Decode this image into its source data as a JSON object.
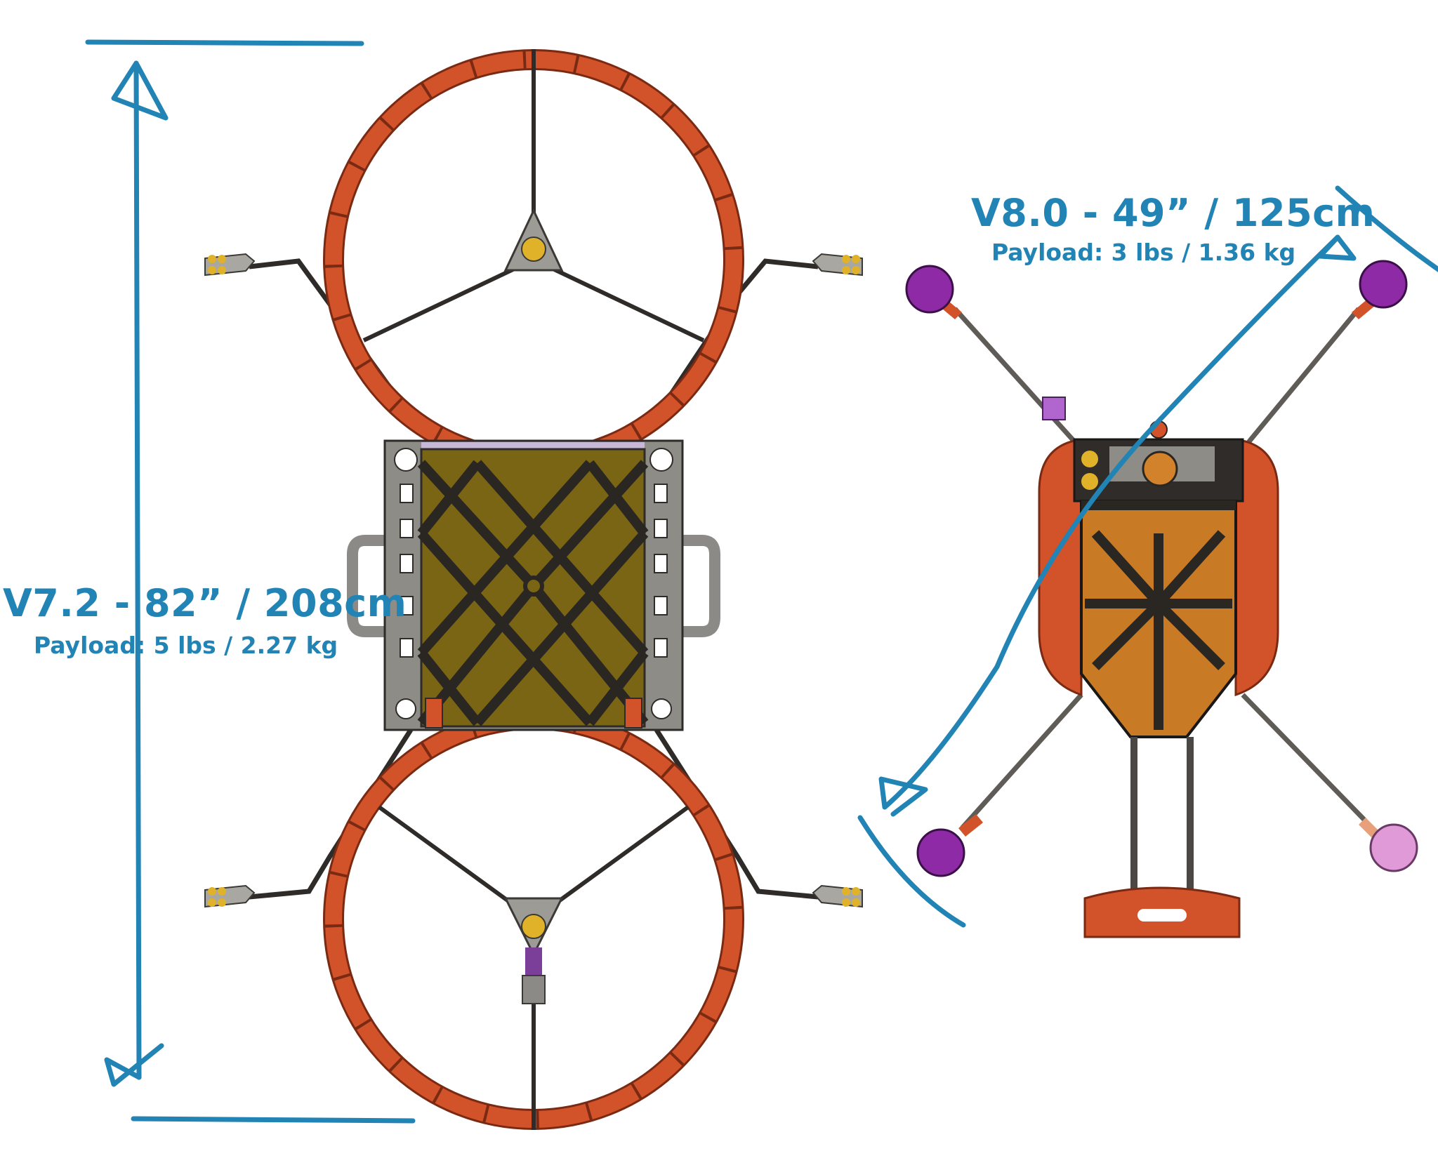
{
  "v72": {
    "title": "V7.2 - 82” / 208cm",
    "payload": "Payload: 5 lbs / 2.27 kg"
  },
  "v80": {
    "title": "V8.0 - 49” / 125cm",
    "payload": "Payload: 3 lbs / 1.36 kg"
  },
  "colors": {
    "annotation": "#2283b5",
    "ring": "#d2522a",
    "ring_edge": "#7a2a12",
    "frame": "#8e8c86",
    "payload_panel": "#7a6514",
    "payload_panel_v8": "#c97a24",
    "cross_brace": "#2a2622",
    "motor_yellow": "#e0b22a",
    "prop_purple": "#8e2aa6",
    "prop_pink": "#e19ad8"
  }
}
